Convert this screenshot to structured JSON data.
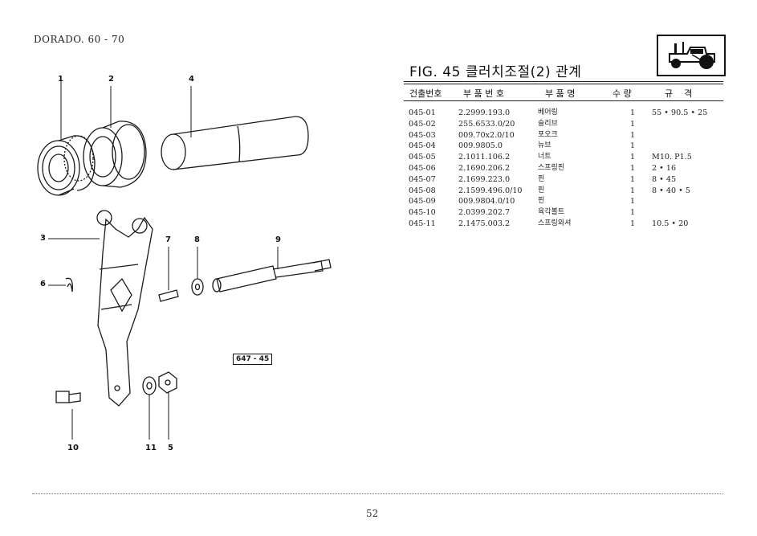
{
  "header": {
    "model": "DORADO. 60 - 70"
  },
  "figure": {
    "number": "FIG. 45",
    "title": "클러치조절(2) 관계",
    "ref_label": "647 - 45"
  },
  "table": {
    "headers": [
      "건출번호",
      "부 품 번 호",
      "부 품 명",
      "수 량",
      "규    격"
    ],
    "rows": [
      {
        "no": "045-01",
        "part": "2.2999.193.0",
        "name": "베어링",
        "qty": "1",
        "spec": "55 • 90.5 • 25"
      },
      {
        "no": "045-02",
        "part": "255.6533.0/20",
        "name": "슬리브",
        "qty": "1",
        "spec": ""
      },
      {
        "no": "045-03",
        "part": "009.70x2.0/10",
        "name": "포오크",
        "qty": "1",
        "spec": ""
      },
      {
        "no": "045-04",
        "part": "009.9805.0",
        "name": "뉴브",
        "qty": "1",
        "spec": ""
      },
      {
        "no": "045-05",
        "part": "2.1011.106.2",
        "name": "너트",
        "qty": "1",
        "spec": "M10. P1.5"
      },
      {
        "no": "045-06",
        "part": "2.1690.206.2",
        "name": "스프링핀",
        "qty": "1",
        "spec": "2 • 16"
      },
      {
        "no": "045-07",
        "part": "2.1699.223.0",
        "name": "핀",
        "qty": "1",
        "spec": "8 • 45"
      },
      {
        "no": "045-08",
        "part": "2.1599.496.0/10",
        "name": "핀",
        "qty": "1",
        "spec": "8 • 40 • 5"
      },
      {
        "no": "045-09",
        "part": "009.9804.0/10",
        "name": "핀",
        "qty": "1",
        "spec": ""
      },
      {
        "no": "045-10",
        "part": "2.0399.202.7",
        "name": "육각볼트",
        "qty": "1",
        "spec": ""
      },
      {
        "no": "045-11",
        "part": "2.1475.003.2",
        "name": "스프링와셔",
        "qty": "1",
        "spec": "10.5 • 20"
      }
    ]
  },
  "callouts": [
    "1",
    "2",
    "4",
    "3",
    "6",
    "7",
    "8",
    "9",
    "10",
    "11",
    "5"
  ],
  "page_number": "52",
  "icons": {
    "tractor": "tractor-icon"
  }
}
